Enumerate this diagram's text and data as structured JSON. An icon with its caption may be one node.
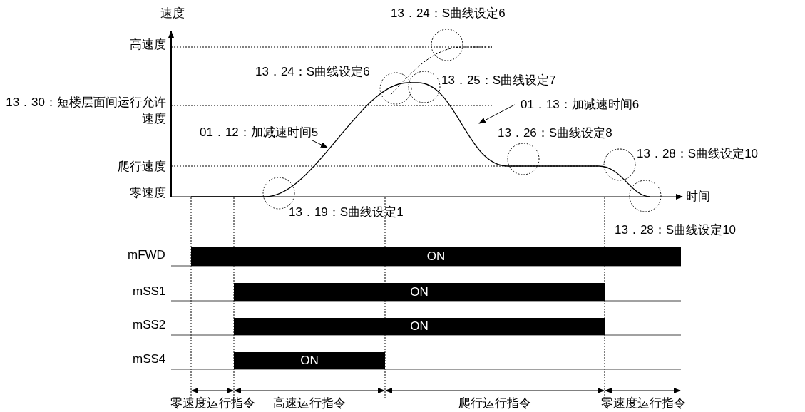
{
  "diagram": {
    "nodes": [
      {
        "text": [
          "01．12：加减速时间5"
        ]
      },
      {
        "text": [
          "01．13：加减速时间6"
        ]
      },
      {
        "text": [
          "ON"
        ]
      },
      {
        "text": [
          "ON"
        ]
      },
      {
        "text": [
          "ON"
        ]
      },
      {
        "text": [
          "ON"
        ]
      }
    ],
    "edges": [
      {
        "from": 0,
        "to": null,
        "arrow": "to"
      },
      {
        "from": 1,
        "to": null,
        "arrow": "to"
      }
    ],
    "labels": [
      "速度",
      "高速度",
      "13．30：短楼层面间运行允许速度",
      "爬行速度",
      "零速度",
      "时间",
      "13．24：S曲线设定6",
      "13．24：S曲线设定6",
      "13．25：S曲线设定7",
      "13．26：S曲线设定8",
      "13．28：S曲线设定10",
      "13．19：S曲线设定1",
      "13．28：S曲线设定10",
      "mFWD",
      "mSS1",
      "mSS2",
      "mSS4",
      "零速度运行指令",
      "高速运行指令",
      "爬行运行指令",
      "零速度运行指令"
    ]
  }
}
